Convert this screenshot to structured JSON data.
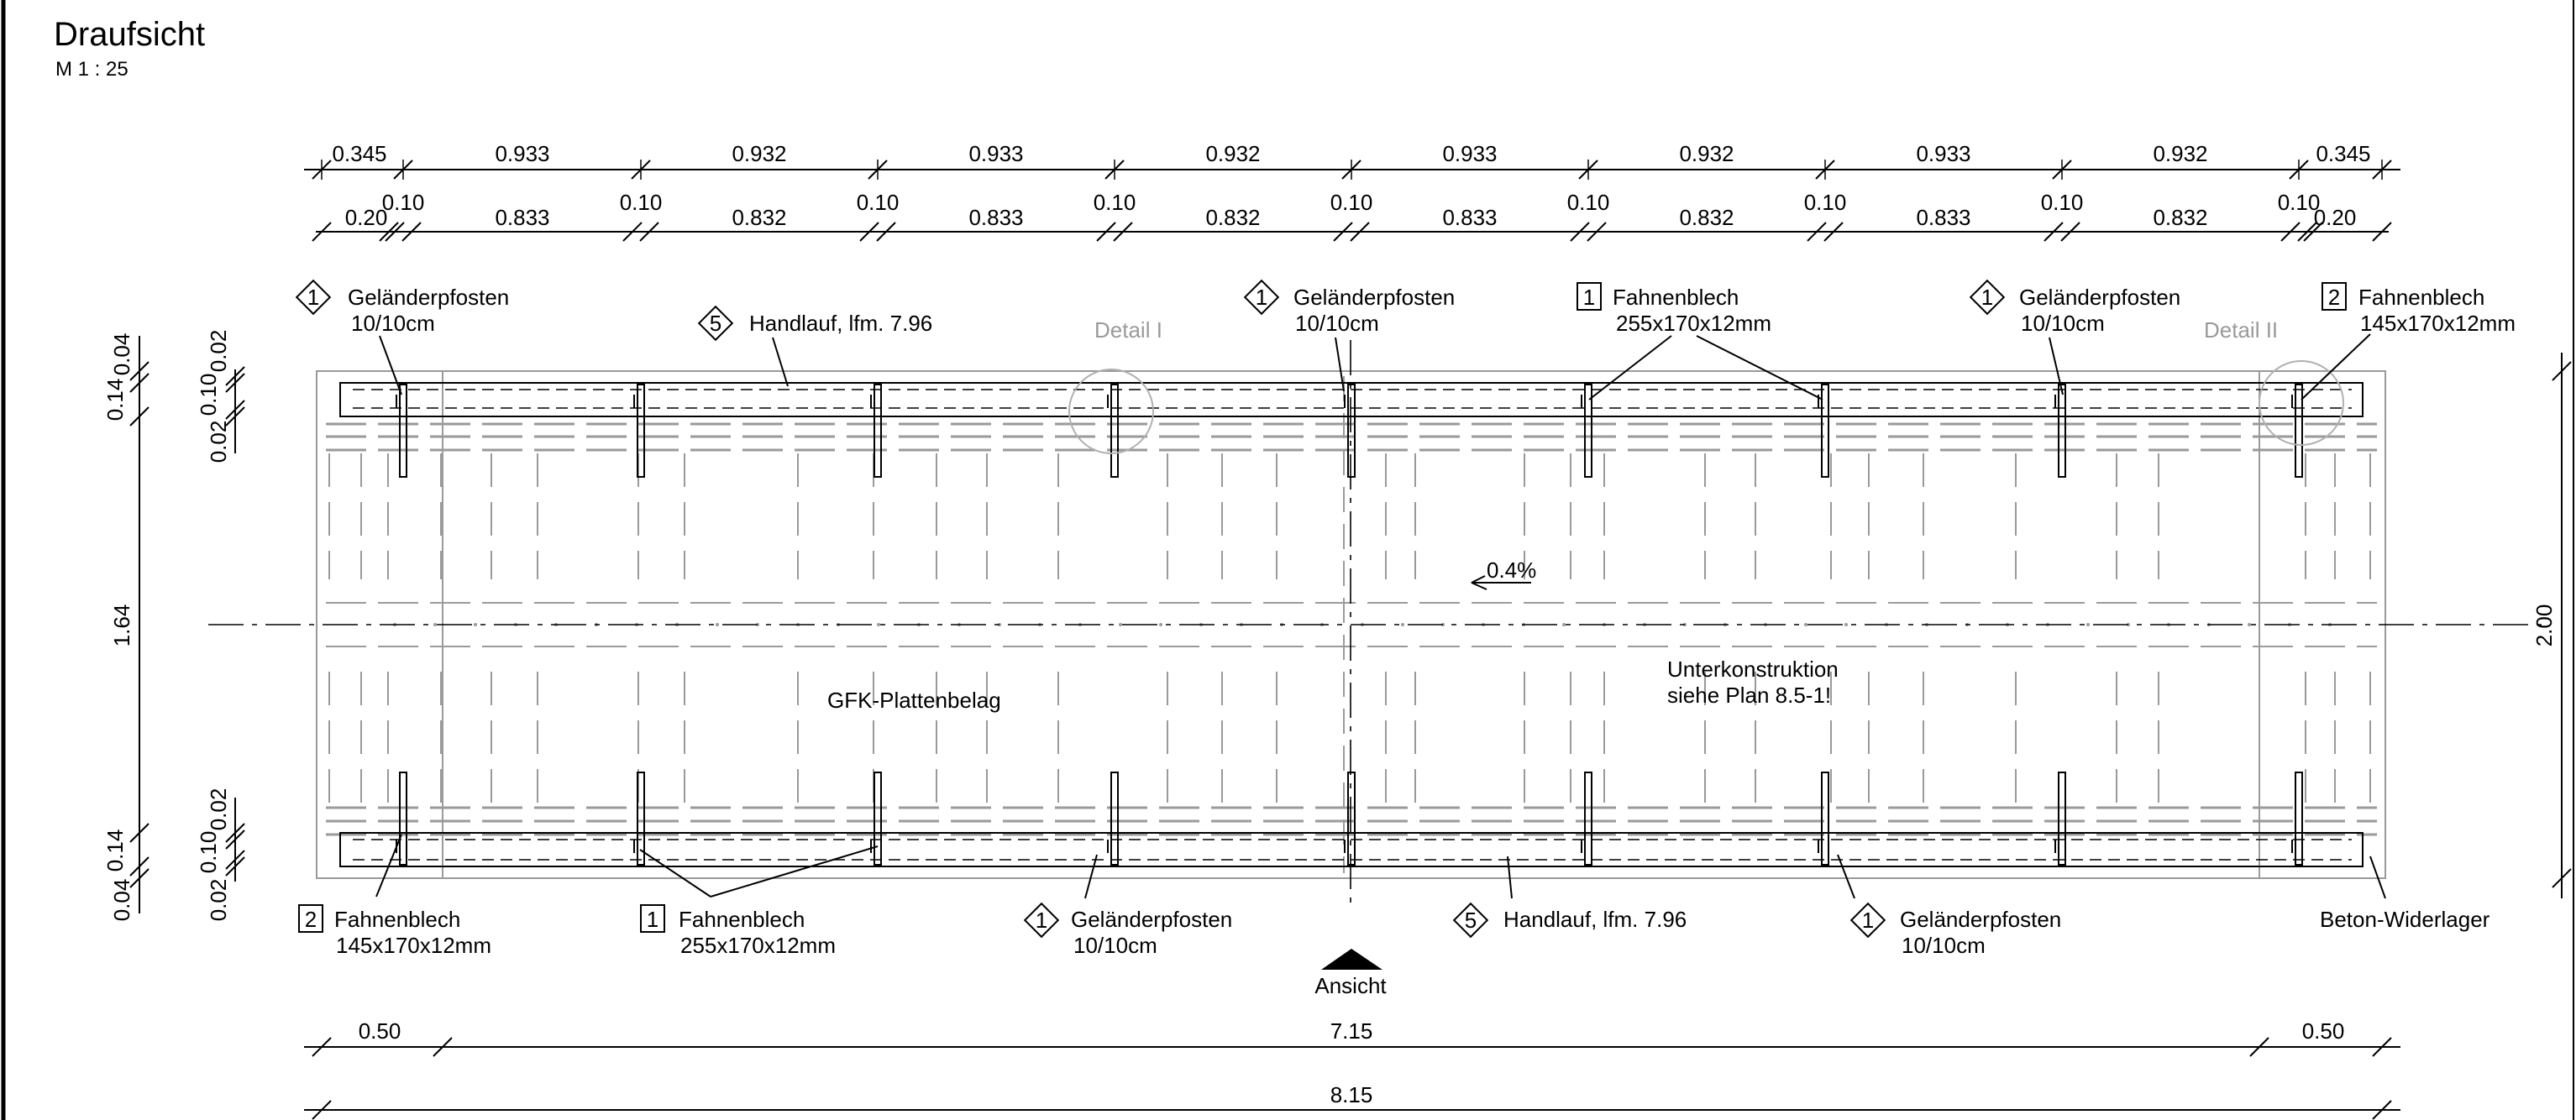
{
  "header": {
    "title": "Draufsicht",
    "scale": "M 1 : 25"
  },
  "dims_top_row1": [
    "0.345",
    "0.933",
    "0.932",
    "0.933",
    "0.932",
    "0.933",
    "0.932",
    "0.933",
    "0.932",
    "0.345"
  ],
  "dims_top_row2": {
    "edge_left": "0.20",
    "edge_right": "0.20",
    "post": "0.10",
    "spans": [
      "0.833",
      "0.832",
      "0.833",
      "0.832",
      "0.833",
      "0.832",
      "0.833",
      "0.832"
    ]
  },
  "dims_left": {
    "top_a": "0.04",
    "top_b": "0.14",
    "mid": "1.64",
    "bot_a": "0.14",
    "bot_b": "0.04",
    "inner_top": [
      "0.02",
      "0.10",
      "0.02"
    ],
    "inner_bot": [
      "0.02",
      "0.10",
      "0.02"
    ]
  },
  "dims_right": {
    "total": "2.00"
  },
  "dims_bottom": {
    "left": "0.50",
    "mid": "7.15",
    "right": "0.50",
    "total": "8.15"
  },
  "slope": "0.4%",
  "details": [
    "Detail I",
    "Detail II"
  ],
  "labels": {
    "gel_name": "Geländerpfosten",
    "gel_size": "10/10cm",
    "handlauf": "Handlauf, lfm. 7.96",
    "fahnen_name": "Fahnenblech",
    "fahnen_1_size": "255x170x12mm",
    "fahnen_2_size": "145x170x12mm",
    "gfk": "GFK-Plattenbelag",
    "unterkon_1": "Unterkonstruktion",
    "unterkon_2": "siehe Plan 8.5-1!",
    "beton": "Beton-Widerlager",
    "ansicht": "Ansicht"
  },
  "markers": {
    "gel": "1",
    "fahnen_1": "1",
    "fahnen_2": "2",
    "handlauf": "5"
  },
  "colors": {
    "line": "#000000",
    "hidden": "#9a9a9a"
  }
}
